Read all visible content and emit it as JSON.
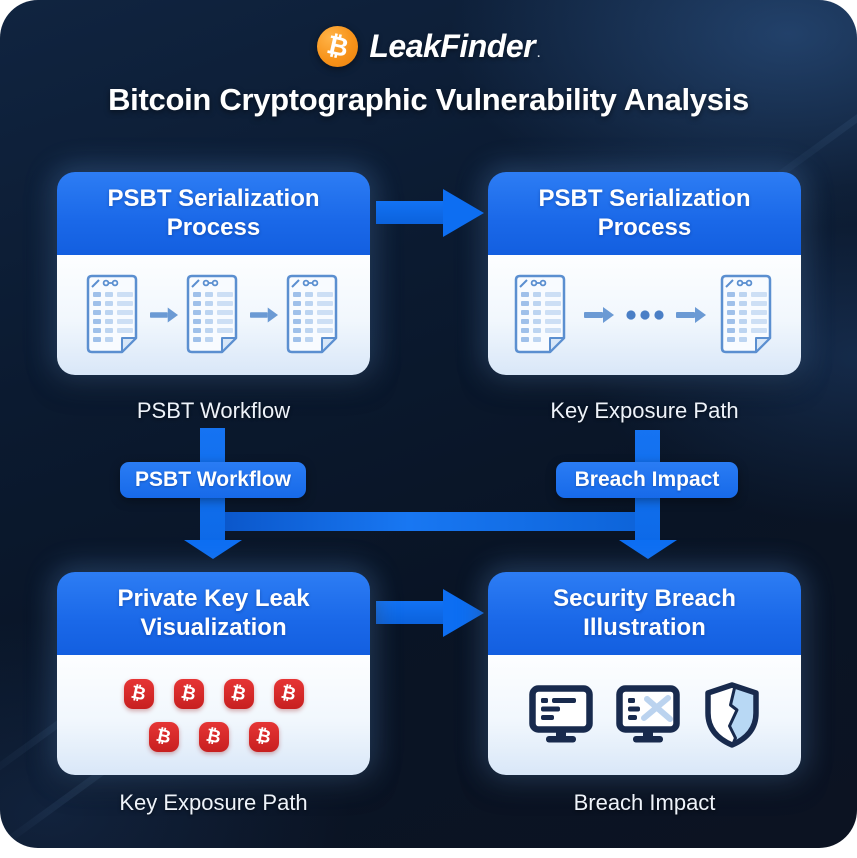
{
  "brand": {
    "name": "LeakFinder",
    "symbol": "₿",
    "mark": "."
  },
  "title": "Bitcoin Cryptographic Vulnerability Analysis",
  "symbols": {
    "btc": "₿"
  },
  "panels": {
    "top_left": {
      "title": "PSBT Serialization Process",
      "caption": "PSBT Workflow"
    },
    "top_right": {
      "title": "PSBT Serialization Process",
      "caption": "Key Exposure Path"
    },
    "bottom_left": {
      "title": "Private Key Leak Visualization",
      "caption": "Key Exposure Path"
    },
    "bottom_right": {
      "title": "Security Breach Illustration",
      "caption": "Breach Impact"
    }
  },
  "flow_labels": {
    "left": "PSBT Workflow",
    "right": "Breach Impact"
  },
  "icon_counts": {
    "documents_left_panel": 3,
    "documents_right_panel": 2,
    "coins_row1": 4,
    "coins_row2": 3
  },
  "colors": {
    "accent_blue": "#0d6ef2",
    "header_blue_top": "#2d7df4",
    "header_blue_bottom": "#135fe0",
    "pill_blue": "#1b74f1",
    "coin_red": "#d92b2b",
    "bitcoin_orange": "#f7931a",
    "icon_navy": "#182a4d",
    "muted_icon_blue": "#5b8fd0",
    "card_background": "#0b1a30"
  }
}
